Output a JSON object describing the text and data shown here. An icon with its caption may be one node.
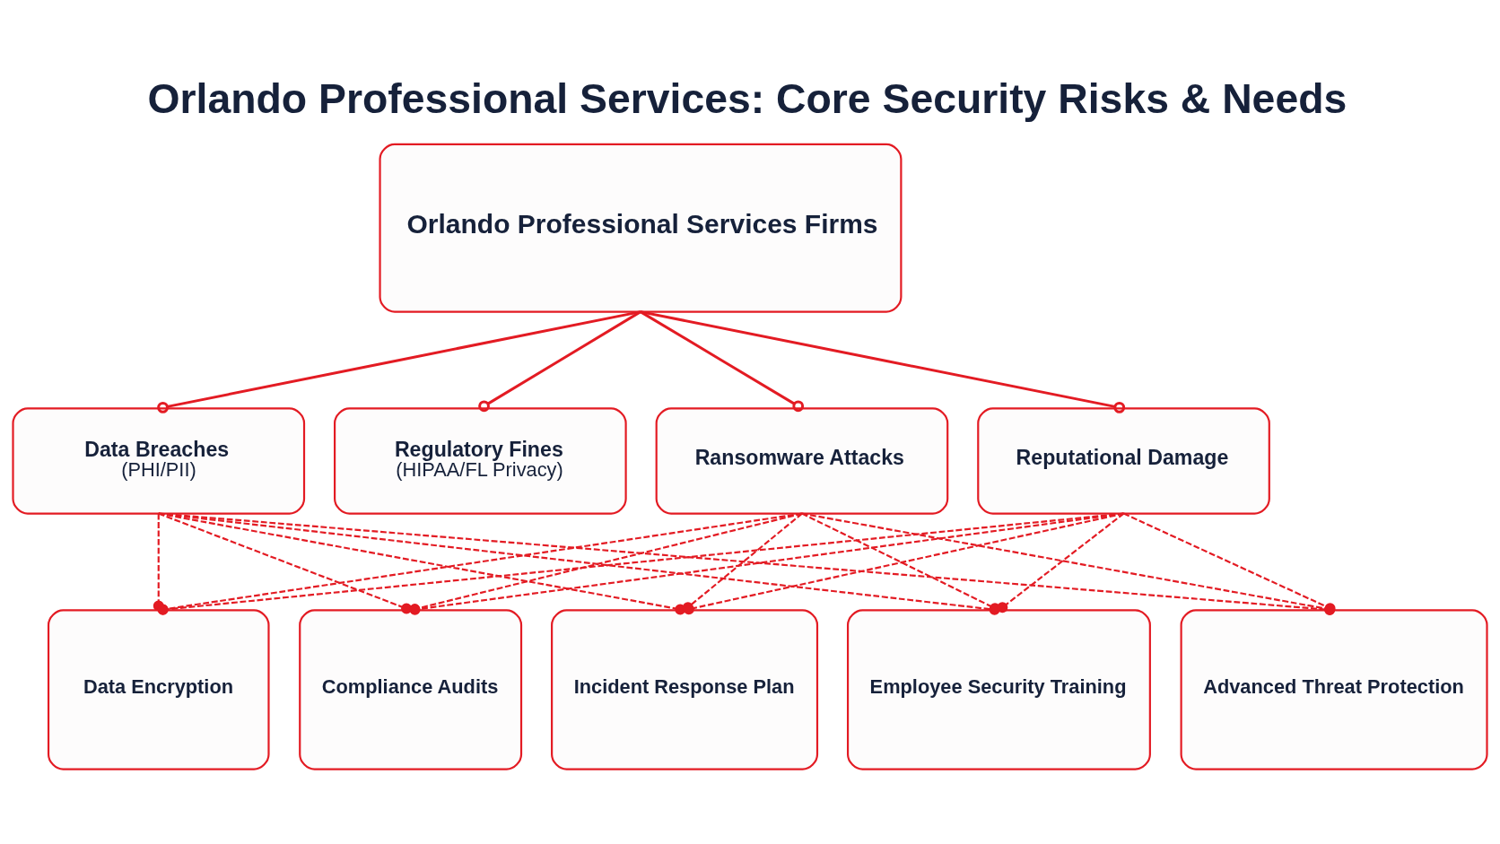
{
  "diagram": {
    "title": "Orlando Professional Services: Core Security Risks & Needs",
    "nodes": [
      {
        "text": [
          "Orlando Professional Services Firms"
        ]
      },
      {
        "text": [
          "Data Breaches",
          "(PHI/PII)"
        ]
      },
      {
        "text": [
          "Regulatory Fines",
          "(HIPAA/FL Privacy)"
        ]
      },
      {
        "text": [
          "Ransomware Attacks"
        ]
      },
      {
        "text": [
          "Reputational Damage"
        ]
      },
      {
        "text": [
          "Data Encryption"
        ]
      },
      {
        "text": [
          "Compliance Audits"
        ]
      },
      {
        "text": [
          "Incident Response Plan"
        ]
      },
      {
        "text": [
          "Employee Security Training"
        ]
      },
      {
        "text": [
          "Advanced Threat Protection"
        ]
      }
    ],
    "edges": [
      {
        "from": 0,
        "to": 1,
        "arrow": "other"
      },
      {
        "from": 0,
        "to": 2,
        "arrow": "other"
      },
      {
        "from": 0,
        "to": 3,
        "arrow": "other"
      },
      {
        "from": 0,
        "to": 4,
        "arrow": "other"
      },
      {
        "from": 1,
        "to": 5,
        "arrow": "other",
        "style": "dashed"
      },
      {
        "from": 1,
        "to": 6,
        "arrow": "other",
        "style": "dashed"
      },
      {
        "from": 1,
        "to": 7,
        "arrow": "other",
        "style": "dashed"
      },
      {
        "from": 1,
        "to": 8,
        "arrow": "other",
        "style": "dashed"
      },
      {
        "from": 1,
        "to": 9,
        "arrow": "other",
        "style": "dashed"
      },
      {
        "from": 3,
        "to": 5,
        "arrow": "other",
        "style": "dashed"
      },
      {
        "from": 3,
        "to": 6,
        "arrow": "other",
        "style": "dashed"
      },
      {
        "from": 3,
        "to": 7,
        "arrow": "other",
        "style": "dashed"
      },
      {
        "from": 3,
        "to": 8,
        "arrow": "other",
        "style": "dashed"
      },
      {
        "from": 3,
        "to": 9,
        "arrow": "other",
        "style": "dashed"
      },
      {
        "from": 4,
        "to": 5,
        "arrow": "other",
        "style": "dashed"
      },
      {
        "from": 4,
        "to": 6,
        "arrow": "other",
        "style": "dashed"
      },
      {
        "from": 4,
        "to": 7,
        "arrow": "other",
        "style": "dashed"
      },
      {
        "from": 4,
        "to": 8,
        "arrow": "other",
        "style": "dashed"
      },
      {
        "from": 4,
        "to": 9,
        "arrow": "other",
        "style": "dashed"
      }
    ]
  }
}
